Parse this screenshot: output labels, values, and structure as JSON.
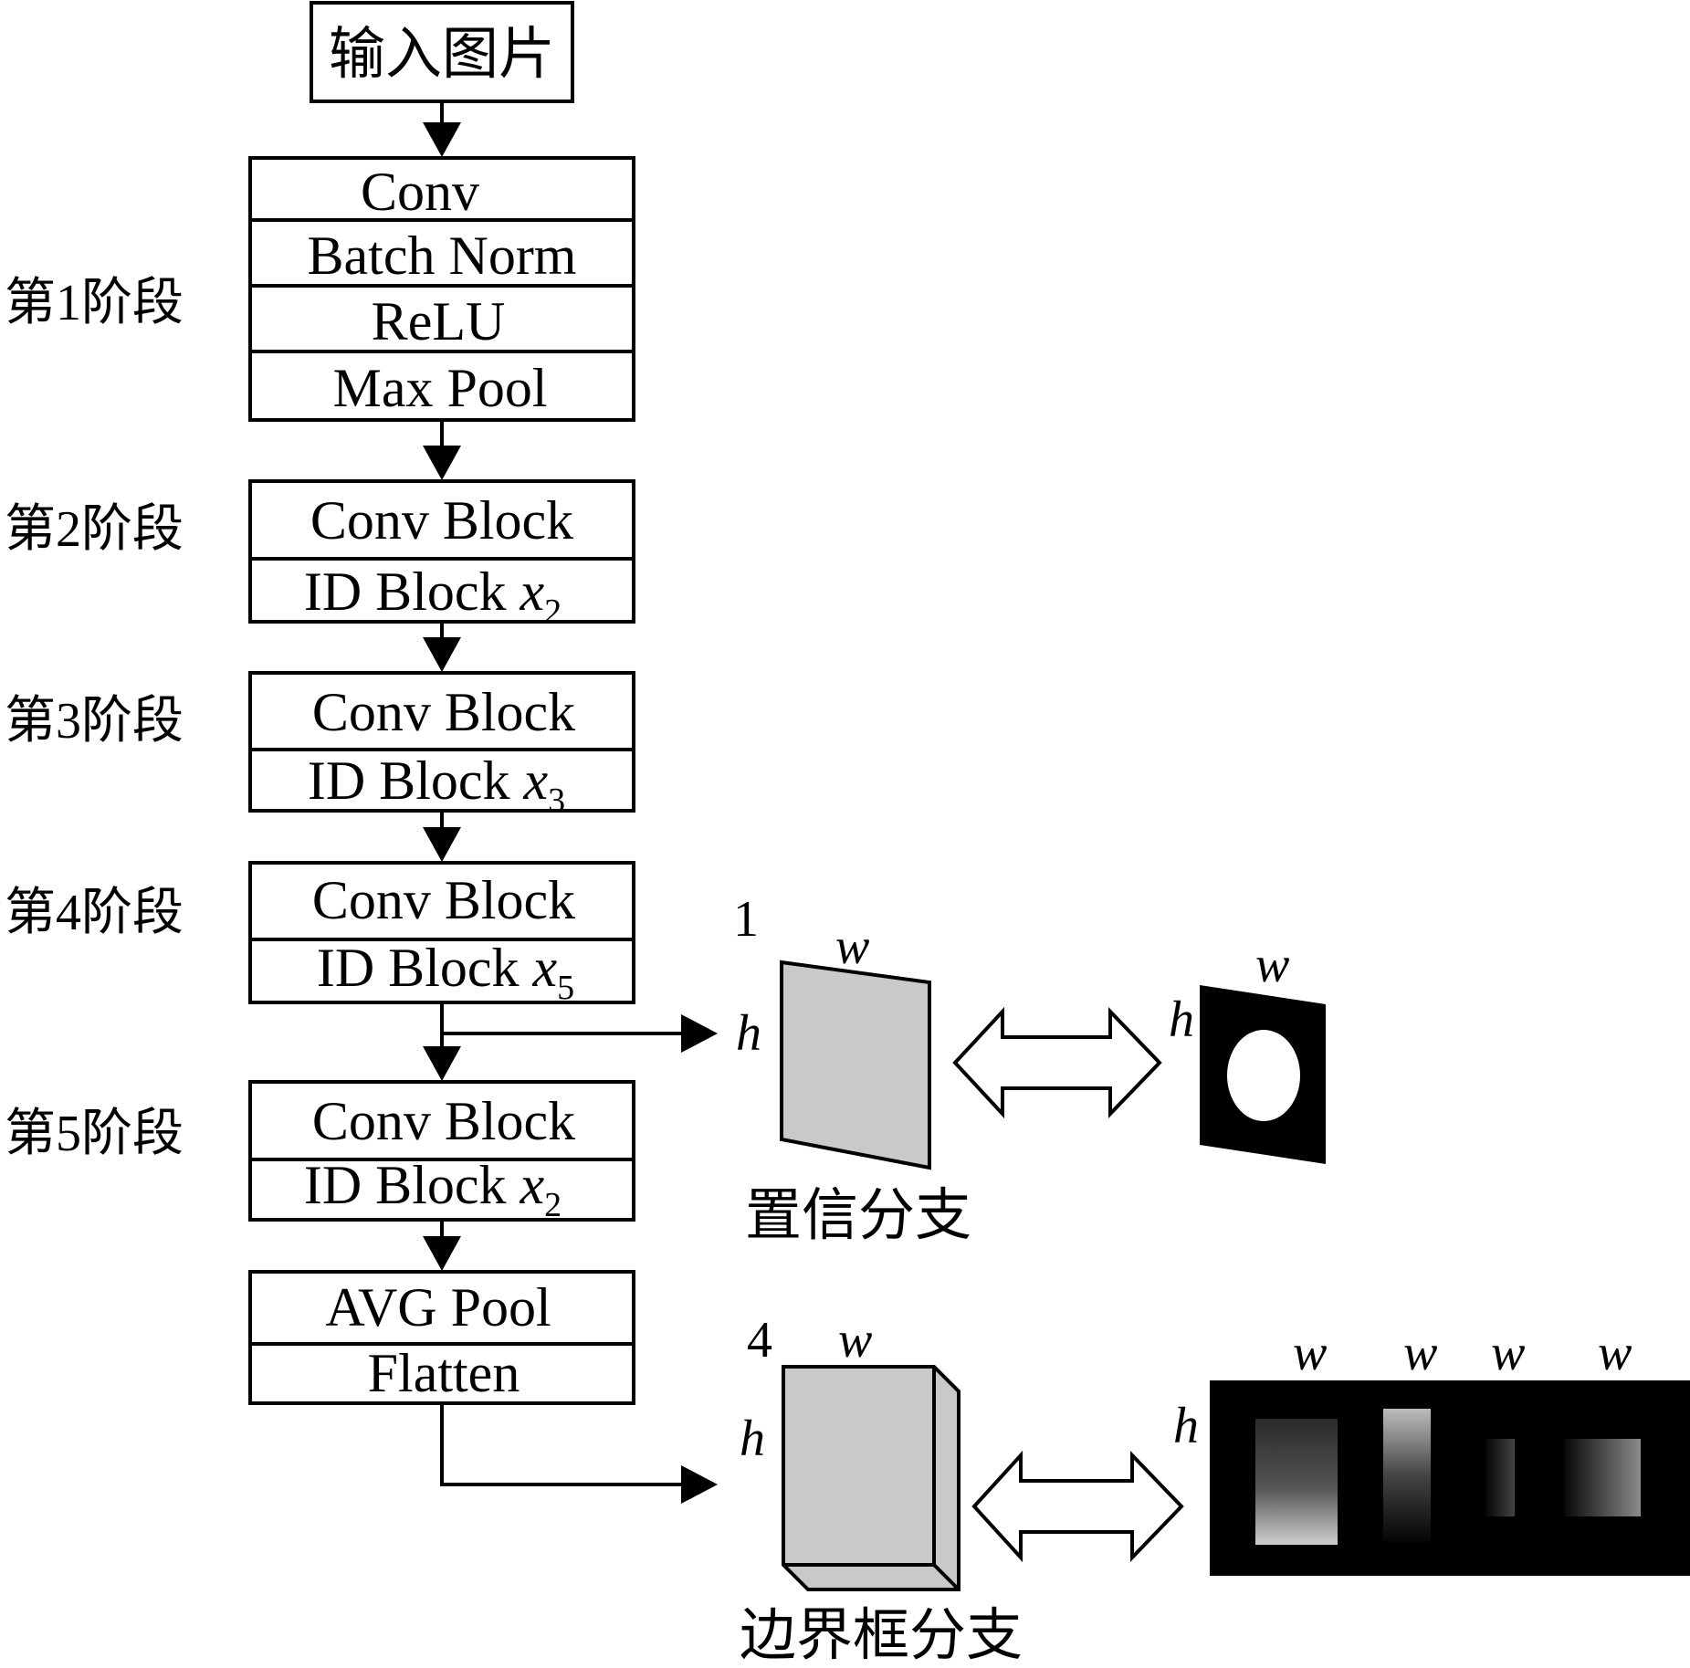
{
  "input_label": "输入图片",
  "stages": [
    {
      "label": "第1阶段",
      "layers": [
        "Conv",
        "Batch Norm",
        "ReLU",
        "Max Pool"
      ]
    },
    {
      "label": "第2阶段",
      "layers": [
        "Conv Block"
      ],
      "id_block": {
        "text": "ID Block ",
        "var": "x",
        "sub": "2"
      }
    },
    {
      "label": "第3阶段",
      "layers": [
        "Conv Block"
      ],
      "id_block": {
        "text": "ID Block ",
        "var": "x",
        "sub": "3"
      }
    },
    {
      "label": "第4阶段",
      "layers": [
        "Conv Block"
      ],
      "id_block": {
        "text": "ID Block ",
        "var": "x",
        "sub": "5"
      }
    },
    {
      "label": "第5阶段",
      "layers": [
        "Conv Block"
      ],
      "id_block": {
        "text": "ID Block ",
        "var": "x",
        "sub": "2"
      }
    }
  ],
  "head_layers": [
    "AVG Pool",
    "Flatten"
  ],
  "confidence_branch": {
    "label": "置信分支",
    "depth": "1",
    "w": "w",
    "h": "h",
    "mask_w": "w",
    "mask_h": "h"
  },
  "bbox_branch": {
    "label": "边界框分支",
    "depth": "4",
    "w": "w",
    "h": "h",
    "map_w_labels": [
      "w",
      "w",
      "w",
      "w"
    ],
    "map_h": "h"
  }
}
